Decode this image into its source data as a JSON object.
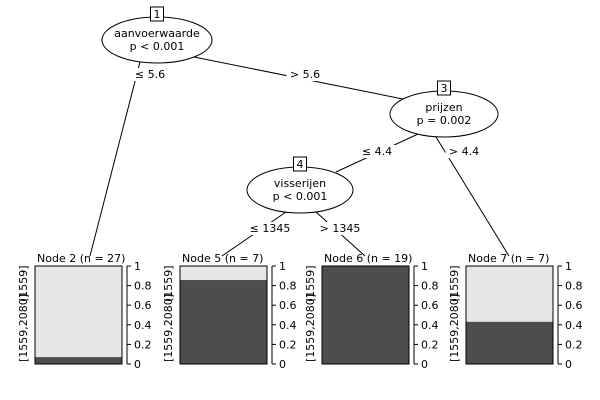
{
  "inner_nodes": [
    {
      "id": "1",
      "variable": "aanvoerwaarde",
      "p": "p < 0.001"
    },
    {
      "id": "3",
      "variable": "prijzen",
      "p": "p = 0.002"
    },
    {
      "id": "4",
      "variable": "visserijen",
      "p": "p < 0.001"
    }
  ],
  "edges": [
    {
      "from": "1",
      "to": "2",
      "label": "≤ 5.6"
    },
    {
      "from": "1",
      "to": "3",
      "label": "> 5.6"
    },
    {
      "from": "3",
      "to": "4",
      "label": "≤ 4.4"
    },
    {
      "from": "3",
      "to": "7",
      "label": "> 4.4"
    },
    {
      "from": "4",
      "to": "5",
      "label": "≤ 1345"
    },
    {
      "from": "4",
      "to": "6",
      "label": "> 1345"
    }
  ],
  "terminal_nodes": [
    {
      "id": "2",
      "title": "Node 2 (n = 27)",
      "dark_fraction": 0.07
    },
    {
      "id": "5",
      "title": "Node 5 (n = 7)",
      "dark_fraction": 0.857
    },
    {
      "id": "6",
      "title": "Node 6 (n = 19)",
      "dark_fraction": 1.0
    },
    {
      "id": "7",
      "title": "Node 7 (n = 7)",
      "dark_fraction": 0.43
    }
  ],
  "axis_ticks": [
    "0",
    "0.2",
    "0.4",
    "0.6",
    "0.8",
    "1"
  ],
  "side_labels": [
    "[1559,2080]",
    "(1559]"
  ],
  "colors": {
    "dark": "#4d4d4d",
    "light": "#e6e6e6",
    "line": "#000000"
  }
}
